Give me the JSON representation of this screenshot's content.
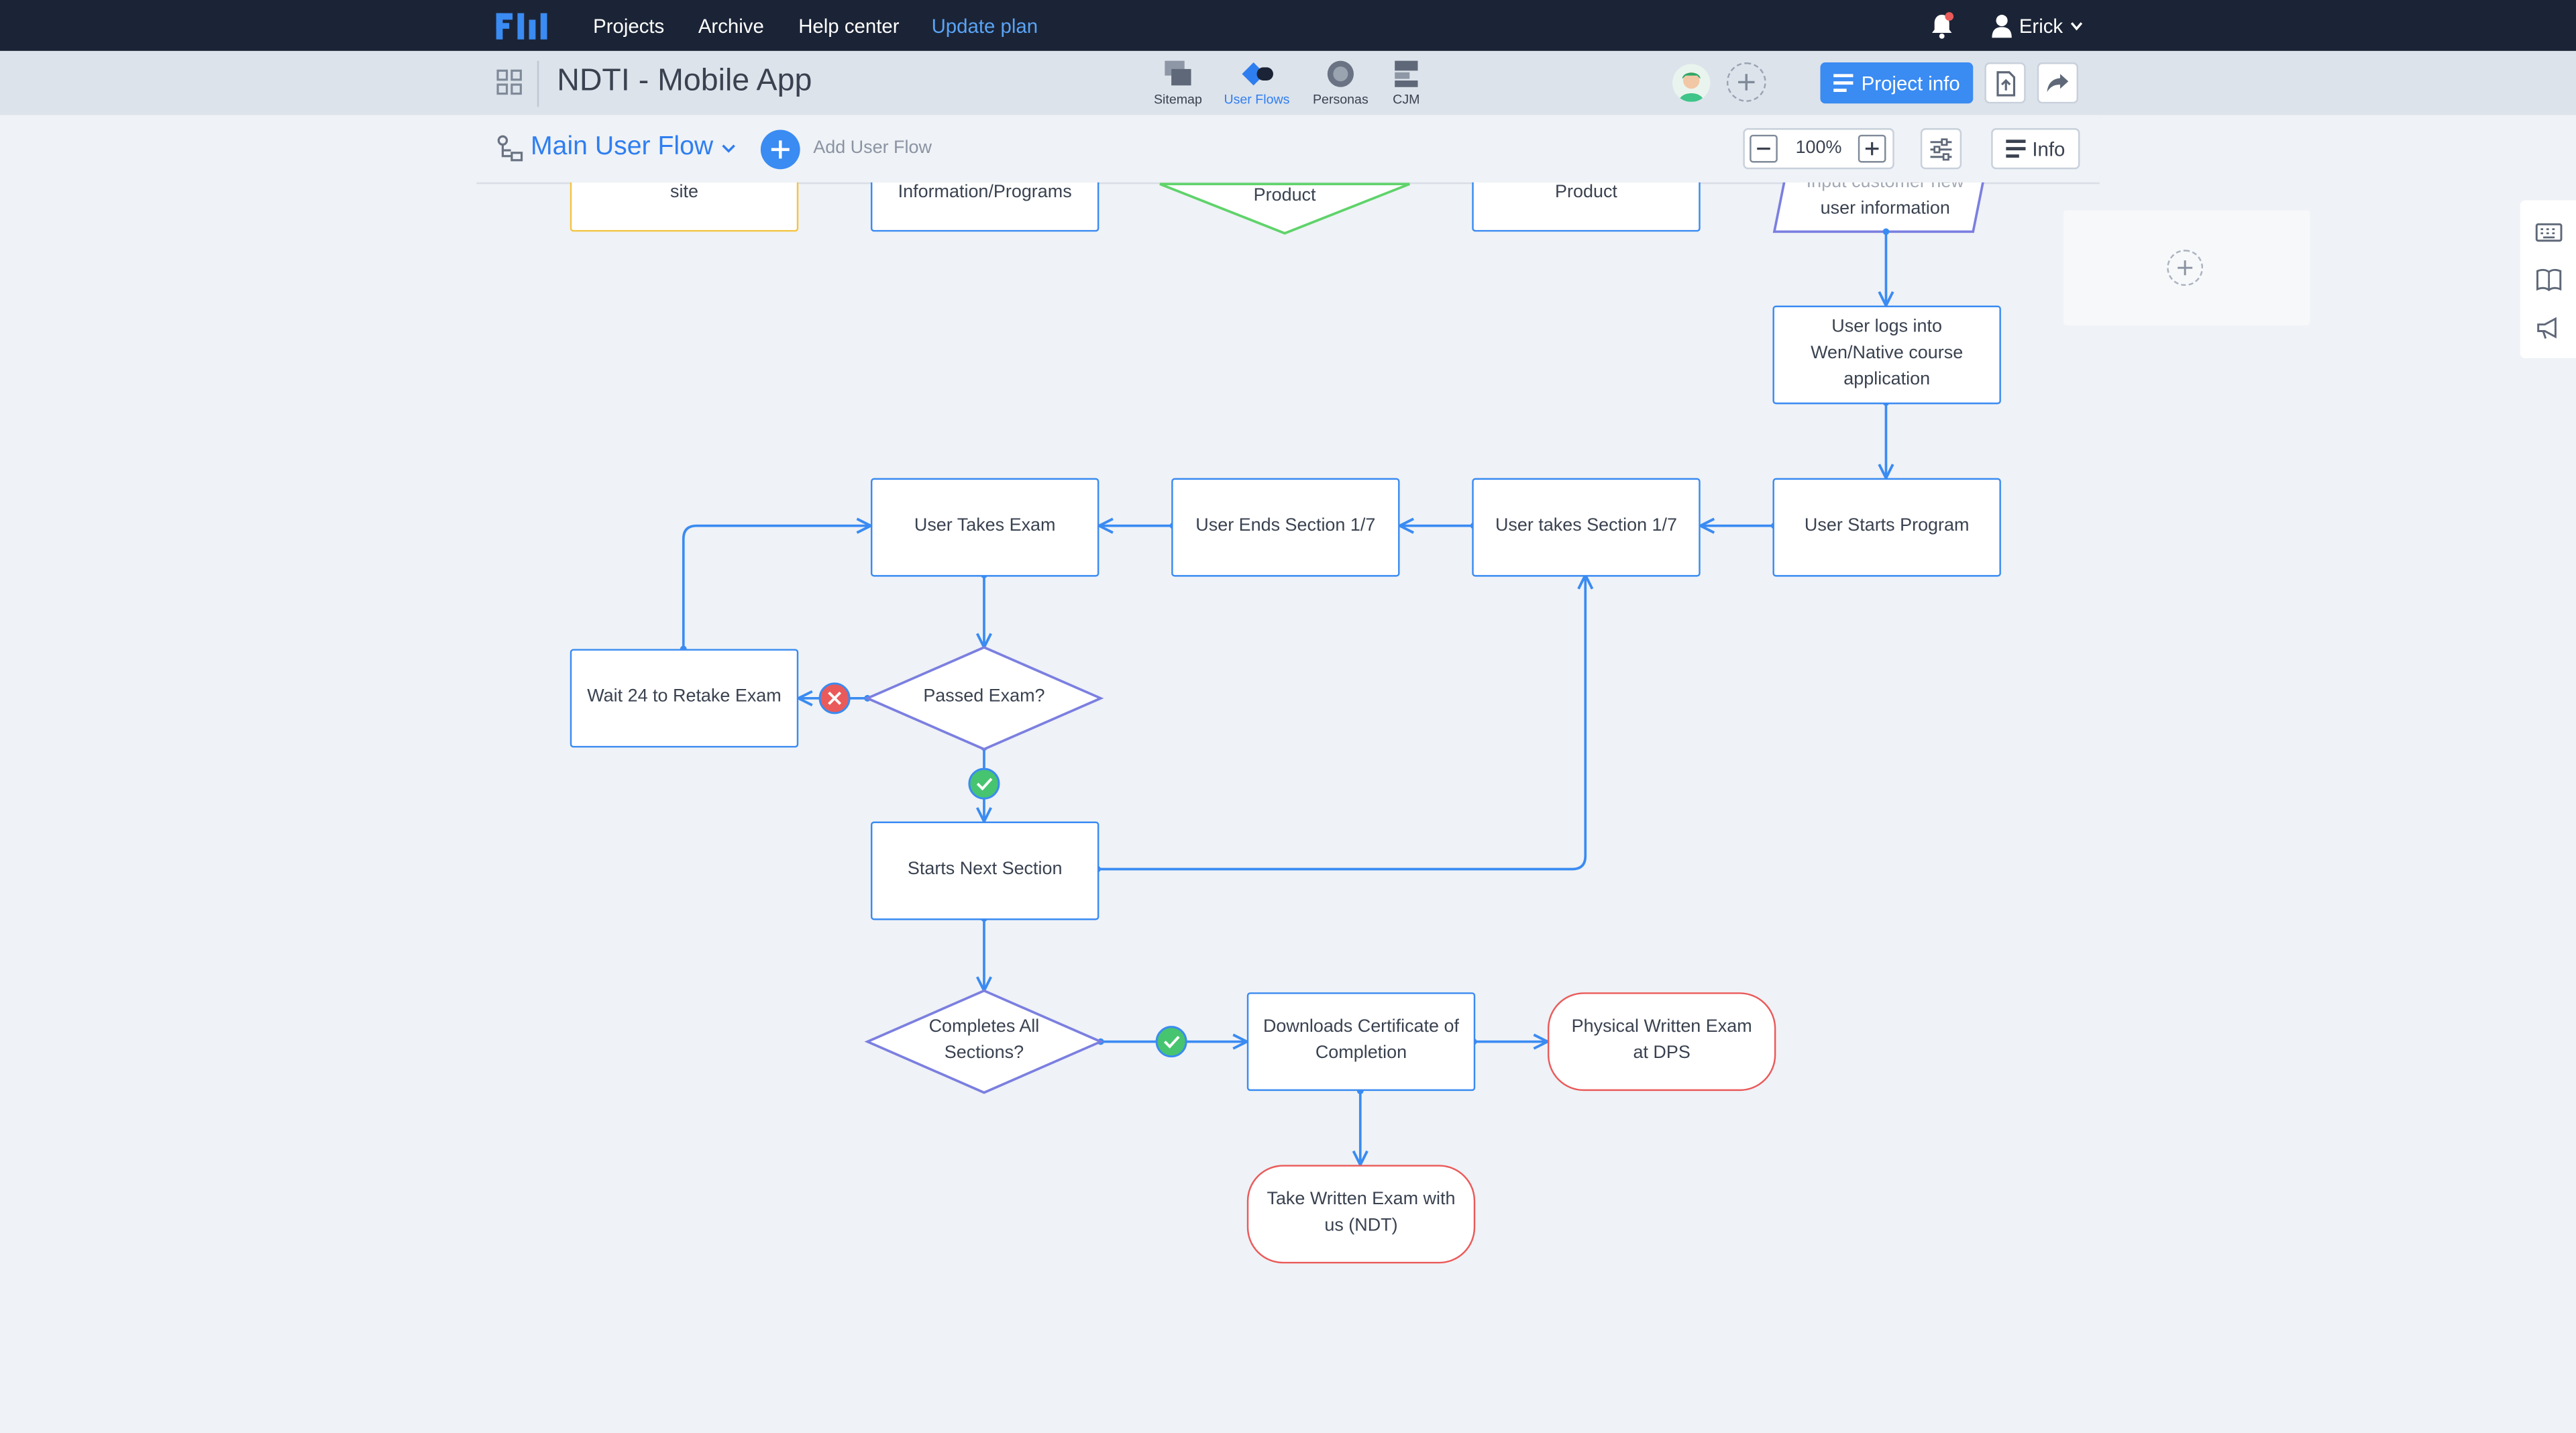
{
  "topnav": {
    "links": [
      "Projects",
      "Archive",
      "Help center"
    ],
    "update_plan": "Update plan",
    "user_name": "Erick"
  },
  "project": {
    "title": "NDTI - Mobile App",
    "tabs": [
      {
        "label": "Sitemap",
        "active": false
      },
      {
        "label": "User Flows",
        "active": true
      },
      {
        "label": "Personas",
        "active": false
      },
      {
        "label": "CJM",
        "active": false
      }
    ],
    "project_info_label": "Project info"
  },
  "flow": {
    "title": "Main User Flow",
    "add_flow_label": "Add User Flow",
    "zoom": "100%",
    "info_label": "Info"
  },
  "nodes": {
    "top_site": "site",
    "top_info_programs": "Information/Programs",
    "top_product_diamond": "Product",
    "top_product": "Product",
    "top_customer_info_1": "Input customer new",
    "top_customer_info_2": "user information",
    "user_logs_in": "User logs into Wen/Native course application",
    "user_starts_program": "User Starts Program",
    "user_takes_section": "User takes Section 1/7",
    "user_ends_section": "User Ends Section 1/7",
    "user_takes_exam": "User Takes Exam",
    "passed_exam": "Passed Exam?",
    "wait_retake": "Wait 24 to Retake Exam",
    "starts_next_section": "Starts Next Section",
    "completes_all": "Completes All Sections?",
    "downloads_certificate": "Downloads Certificate of Completion",
    "physical_exam": "Physical Written Exam at DPS",
    "take_written_exam": "Take Written Exam with us (NDT)"
  },
  "colors": {
    "nav_bg": "#1b2436",
    "accent_blue": "#3a8bf2",
    "link_blue": "#2f7ef0",
    "terminal_red": "#ea5a5a",
    "yes_green": "#47c46f",
    "decision_purple": "#7b7fe0",
    "start_yellow": "#f4c542",
    "canvas_bg": "#eff2f6"
  },
  "icons": [
    "logo-icon",
    "bell-icon",
    "user-icon",
    "chevron-down-icon",
    "grid-icon",
    "sitemap-icon",
    "user-flows-icon",
    "personas-icon",
    "cjm-icon",
    "add-collaborator-icon",
    "project-info-icon",
    "export-icon",
    "share-icon",
    "flow-icon",
    "plus-icon",
    "minus-icon",
    "settings-sliders-icon",
    "info-list-icon",
    "keyboard-icon",
    "book-icon",
    "megaphone-icon",
    "check-icon",
    "close-icon"
  ]
}
